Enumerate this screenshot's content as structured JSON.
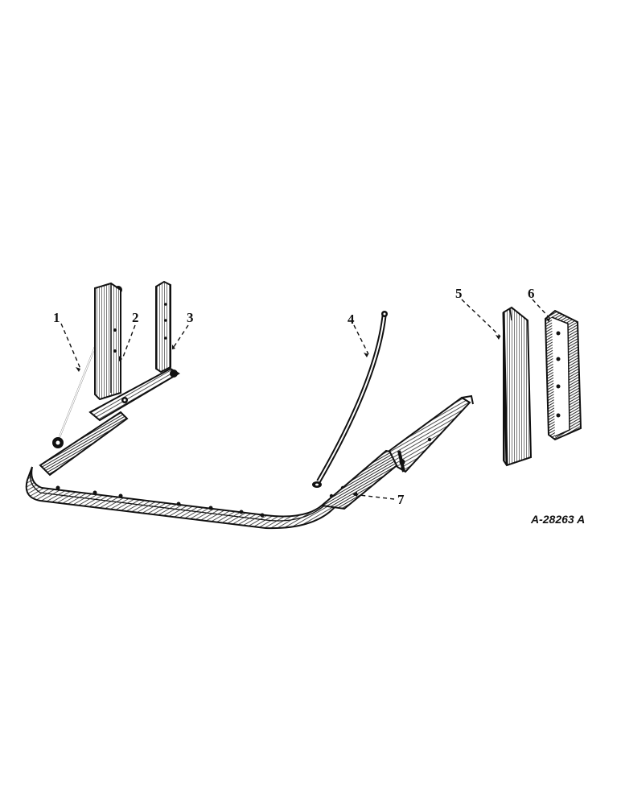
{
  "callouts": [
    {
      "id": "1",
      "label": "1"
    },
    {
      "id": "2",
      "label": "2"
    },
    {
      "id": "3",
      "label": "3"
    },
    {
      "id": "4",
      "label": "4"
    },
    {
      "id": "5",
      "label": "5"
    },
    {
      "id": "6",
      "label": "6"
    },
    {
      "id": "7",
      "label": "7"
    }
  ],
  "figure_code": "A-28263 A"
}
